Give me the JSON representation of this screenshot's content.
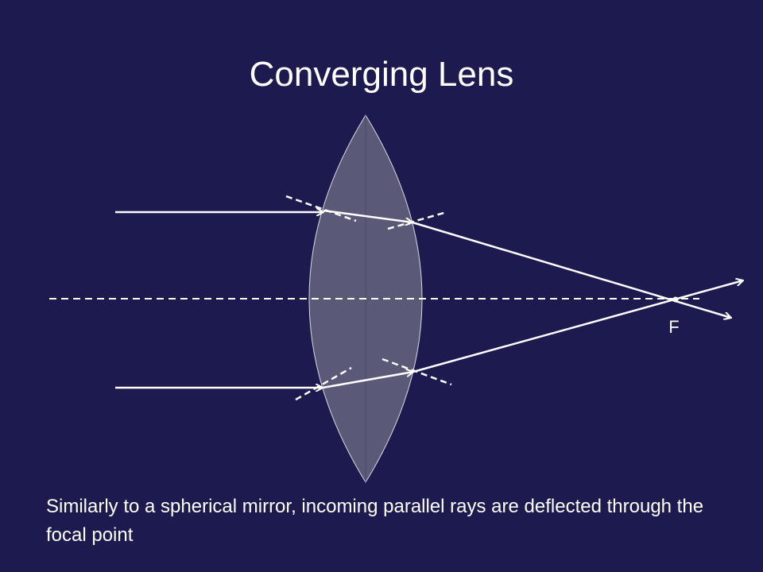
{
  "slide": {
    "title": "Converging Lens",
    "focal_point_label": "F",
    "caption": "Similarly to a spherical mirror, incoming parallel rays are deflected through the focal point"
  },
  "colors": {
    "background": "#1c1a4e",
    "lens_fill": "#5a5a78",
    "ray": "#ffffff",
    "text": "#ffffff"
  },
  "diagram": {
    "elements": [
      "converging-lens",
      "optical-axis",
      "incoming-ray-upper",
      "incoming-ray-lower",
      "normal-lines",
      "focal-point"
    ]
  }
}
